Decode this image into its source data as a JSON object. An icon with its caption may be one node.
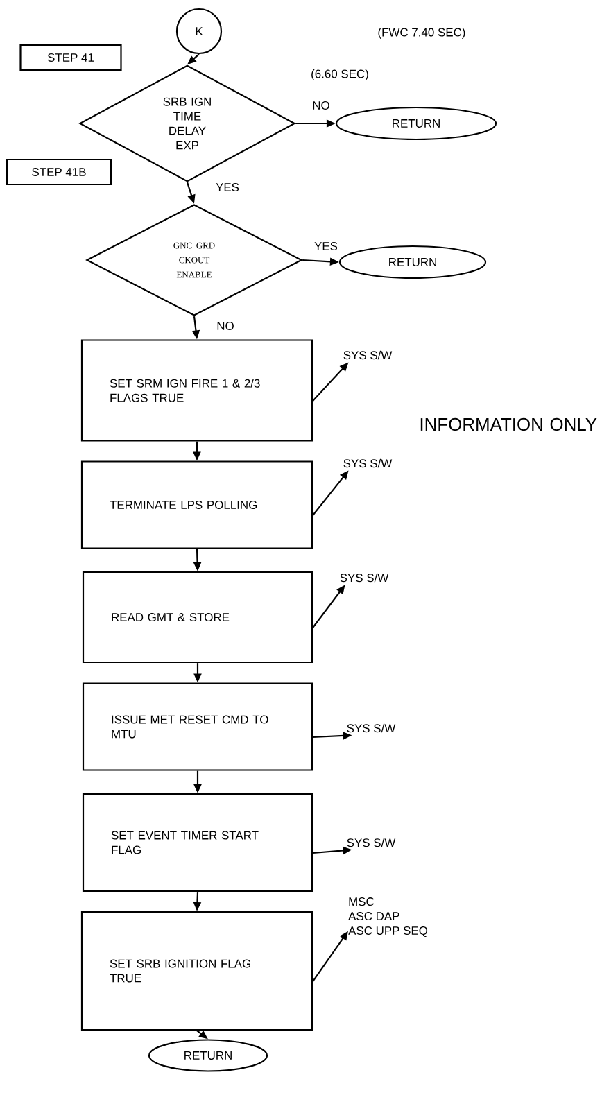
{
  "diagram": {
    "nodes": [
      {
        "text": [
          "K"
        ]
      },
      {
        "text": [
          "STEP 41"
        ]
      },
      {
        "text": [
          "SRB IGN TIME DELAY EXP"
        ]
      },
      {
        "text": [
          "RETURN"
        ]
      },
      {
        "text": [
          "STEP 41B"
        ]
      },
      {
        "text": [
          "GNC GRD CKOUT ENABLE"
        ]
      },
      {
        "text": [
          "RETURN"
        ]
      },
      {
        "text": [
          "SET SRM IGN FIRE 1 & 2/3 FLAGS TRUE"
        ]
      },
      {
        "text": [
          "TERMINATE LPS POLLING"
        ]
      },
      {
        "text": [
          "READ GMT & STORE"
        ]
      },
      {
        "text": [
          "ISSUE MET RESET CMD TO MTU"
        ]
      },
      {
        "text": [
          "SET EVENT TIMER START FLAG"
        ]
      },
      {
        "text": [
          "SET SRB IGNITION FLAG TRUE"
        ]
      },
      {
        "text": [
          "RETURN"
        ]
      },
      {
        "text": [
          "SYS S/W"
        ]
      },
      {
        "text": [
          "SYS S/W"
        ]
      },
      {
        "text": [
          "SYS S/W"
        ]
      },
      {
        "text": [
          "SYS S/W"
        ]
      },
      {
        "text": [
          "SYS S/W"
        ]
      },
      {
        "text": [
          "MSC",
          "ASC DAP",
          "ASC UPP SEQ"
        ]
      }
    ],
    "edges": [
      {
        "from": 0,
        "to": 2,
        "arrow": "to"
      },
      {
        "from": 2,
        "to": 3,
        "arrow": "to",
        "label": "NO"
      },
      {
        "from": 2,
        "to": 5,
        "arrow": "to",
        "label": "YES"
      },
      {
        "from": 5,
        "to": 6,
        "arrow": "to",
        "label": "YES"
      },
      {
        "from": 5,
        "to": 7,
        "arrow": "to",
        "label": "NO"
      },
      {
        "from": 7,
        "to": 8,
        "arrow": "to"
      },
      {
        "from": 8,
        "to": 9,
        "arrow": "to"
      },
      {
        "from": 9,
        "to": 10,
        "arrow": "to"
      },
      {
        "from": 10,
        "to": 11,
        "arrow": "to"
      },
      {
        "from": 11,
        "to": 12,
        "arrow": "to"
      },
      {
        "from": 12,
        "to": 13,
        "arrow": "to"
      },
      {
        "from": 7,
        "to": 14,
        "arrow": "to"
      },
      {
        "from": 8,
        "to": 15,
        "arrow": "to"
      },
      {
        "from": 9,
        "to": 16,
        "arrow": "to"
      },
      {
        "from": 10,
        "to": 17,
        "arrow": "to"
      },
      {
        "from": 11,
        "to": 18,
        "arrow": "to"
      },
      {
        "from": 12,
        "to": 19,
        "arrow": "to"
      }
    ],
    "labels": [
      "(FWC 7.40 SEC)",
      "(6.60 SEC)",
      "INFORMATION ONLY"
    ]
  }
}
